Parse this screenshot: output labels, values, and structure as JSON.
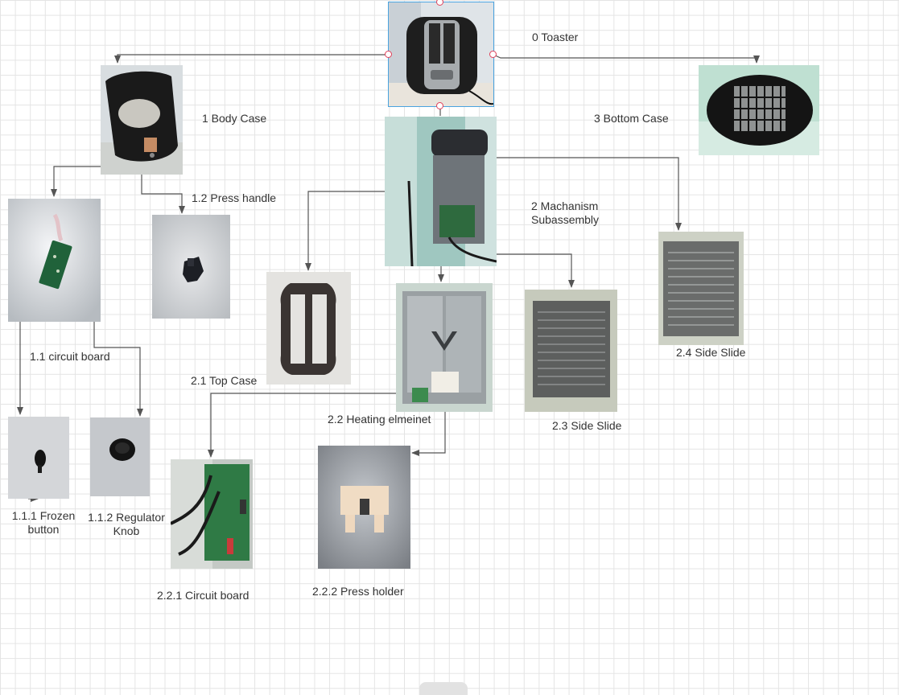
{
  "nodes": {
    "toaster": "0 Toaster",
    "body_case": "1 Body Case",
    "press_handle": "1.2 Press handle",
    "circuit_board_1_1": "1.1 circuit board",
    "frozen_button": [
      "1.1.1 Frozen",
      "button"
    ],
    "regulator_knob": [
      "1.1.2 Regulator",
      "Knob"
    ],
    "mechanism": [
      "2 Machanism",
      "Subassembly"
    ],
    "top_case": "2.1 Top Case",
    "heating_element": "2.2 Heating elmeinet",
    "circuit_board_2_2_1": "2.2.1 Circuit board",
    "press_holder": "2.2.2 Press holder",
    "side_slide_2_3": "2.3 Side Slide",
    "side_slide_2_4": "2.4 Side Slide",
    "bottom_case": "3 Bottom Case"
  },
  "colors": {
    "connector": "#555555",
    "selection": "#4aa3df",
    "handle": "#e0405a",
    "grid": "#e4e4e4"
  }
}
